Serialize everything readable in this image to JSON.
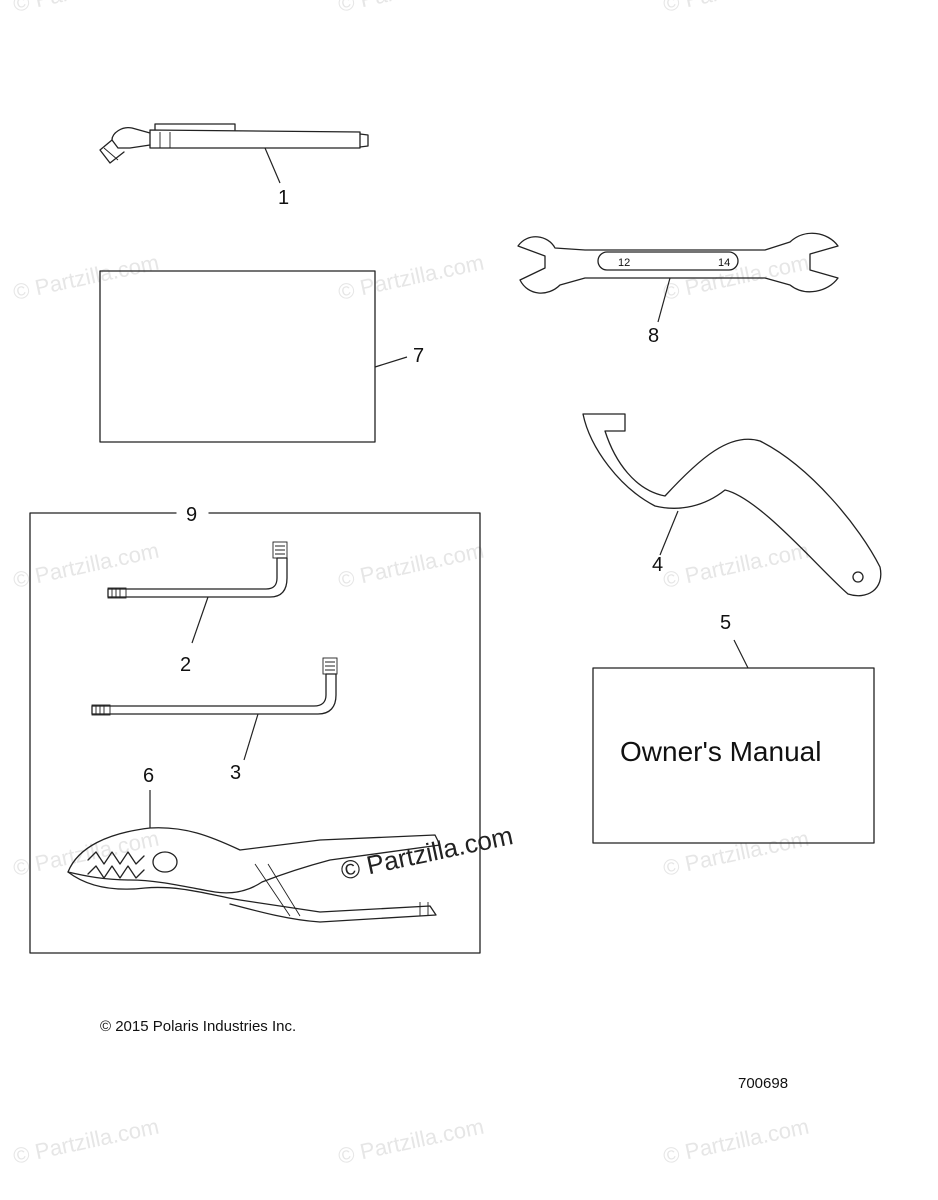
{
  "watermark": {
    "text": "© Partzilla.com"
  },
  "callouts": {
    "c1": "1",
    "c2": "2",
    "c3": "3",
    "c4": "4",
    "c5": "5",
    "c6": "6",
    "c7": "7",
    "c8": "8",
    "c9": "9"
  },
  "wrench_sizes": {
    "left": "12",
    "right": "14"
  },
  "manual": {
    "title": "Owner's Manual"
  },
  "copyright": "© 2015 Polaris Industries Inc.",
  "diagram_number": "700698"
}
